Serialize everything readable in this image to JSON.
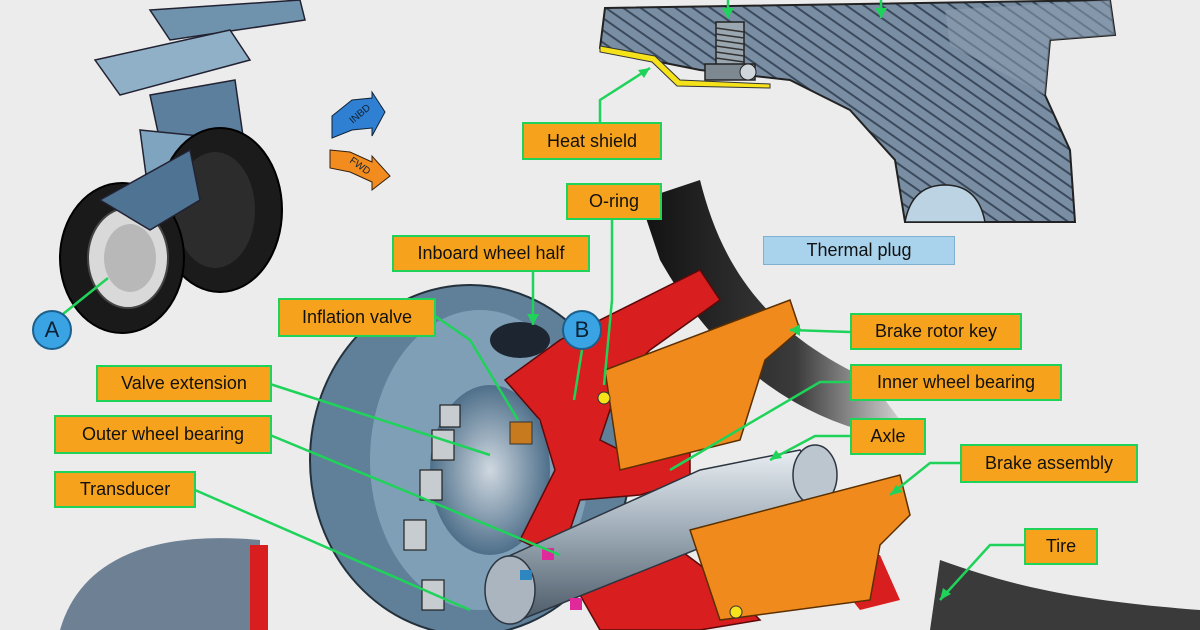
{
  "labels": {
    "heat_shield": "Heat shield",
    "o_ring": "O-ring",
    "thermal_plug": "Thermal plug",
    "inboard_wheel_half": "Inboard wheel half",
    "inflation_valve": "Inflation valve",
    "brake_rotor_key": "Brake rotor key",
    "valve_extension": "Valve extension",
    "inner_wheel_bearing": "Inner wheel bearing",
    "outer_wheel_bearing": "Outer wheel bearing",
    "axle": "Axle",
    "brake_assembly": "Brake assembly",
    "transducer": "Transducer",
    "tire": "Tire"
  },
  "callouts": {
    "a": "A",
    "b": "B"
  },
  "direction_arrows": {
    "inbd": "INBD",
    "fwd": "FWD"
  },
  "colors": {
    "label_fill": "#f7a21c",
    "label_border": "#1fd35a",
    "leader_line": "#1fd35a",
    "callout_fill": "#3aa3e3",
    "wheel_red": "#d81e1e",
    "brake_orange": "#f08a1c",
    "wheel_blue": "#6f93ad",
    "heat_shield_yellow": "#f5e21a"
  }
}
